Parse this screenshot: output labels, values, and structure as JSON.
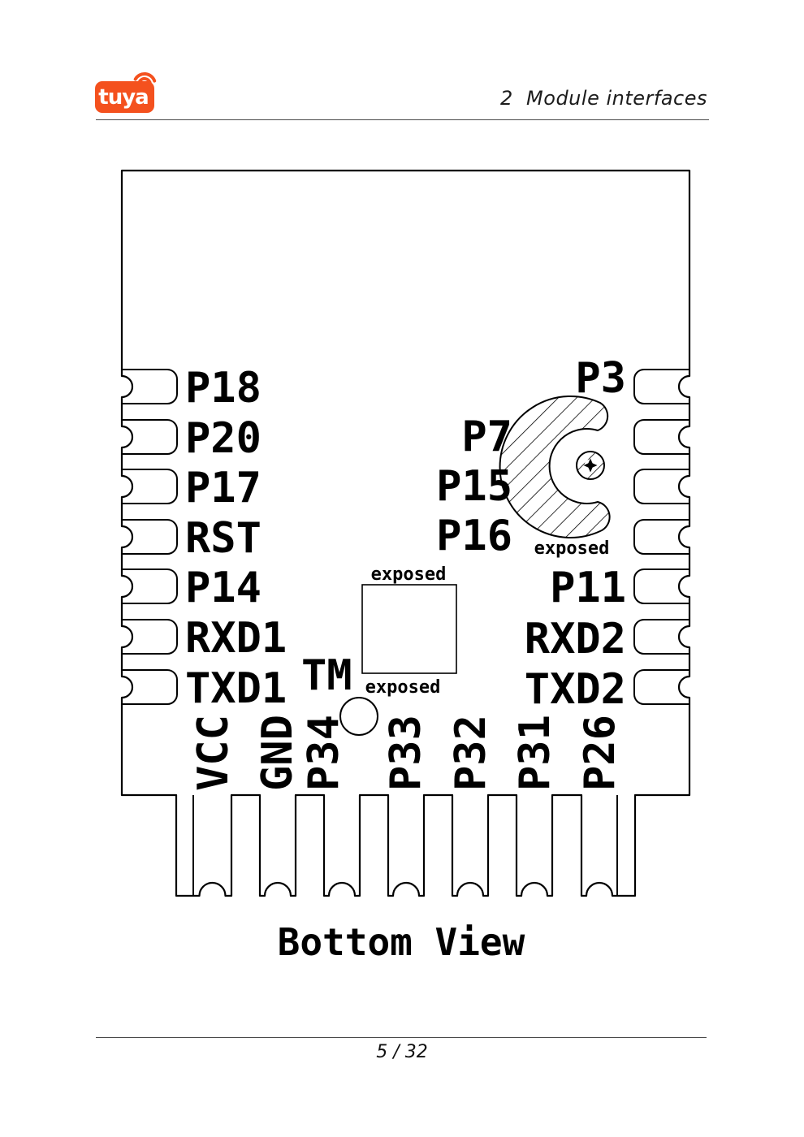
{
  "header": {
    "logo_text": "tuya",
    "title": "2  Module interfaces"
  },
  "footer": {
    "page_number": "5 / 32"
  },
  "diagram": {
    "caption": "Bottom View",
    "left_pins": [
      "P18",
      "P20",
      "P17",
      "RST",
      "P14",
      "RXD1",
      "TXD1"
    ],
    "right_pins": [
      "P3",
      "P7",
      "P15",
      "P16",
      "P11",
      "RXD2",
      "TXD2"
    ],
    "bottom_pins": [
      "VCC",
      "GND",
      "P34",
      "P33",
      "P32",
      "P31",
      "P26"
    ],
    "tm_label": "TM",
    "center_pad_label_top": "exposed",
    "center_pad_label_bottom": "exposed",
    "antenna_pad_label": "exposed",
    "colors": {
      "brand": "#F4511E",
      "line": "#000000"
    }
  }
}
